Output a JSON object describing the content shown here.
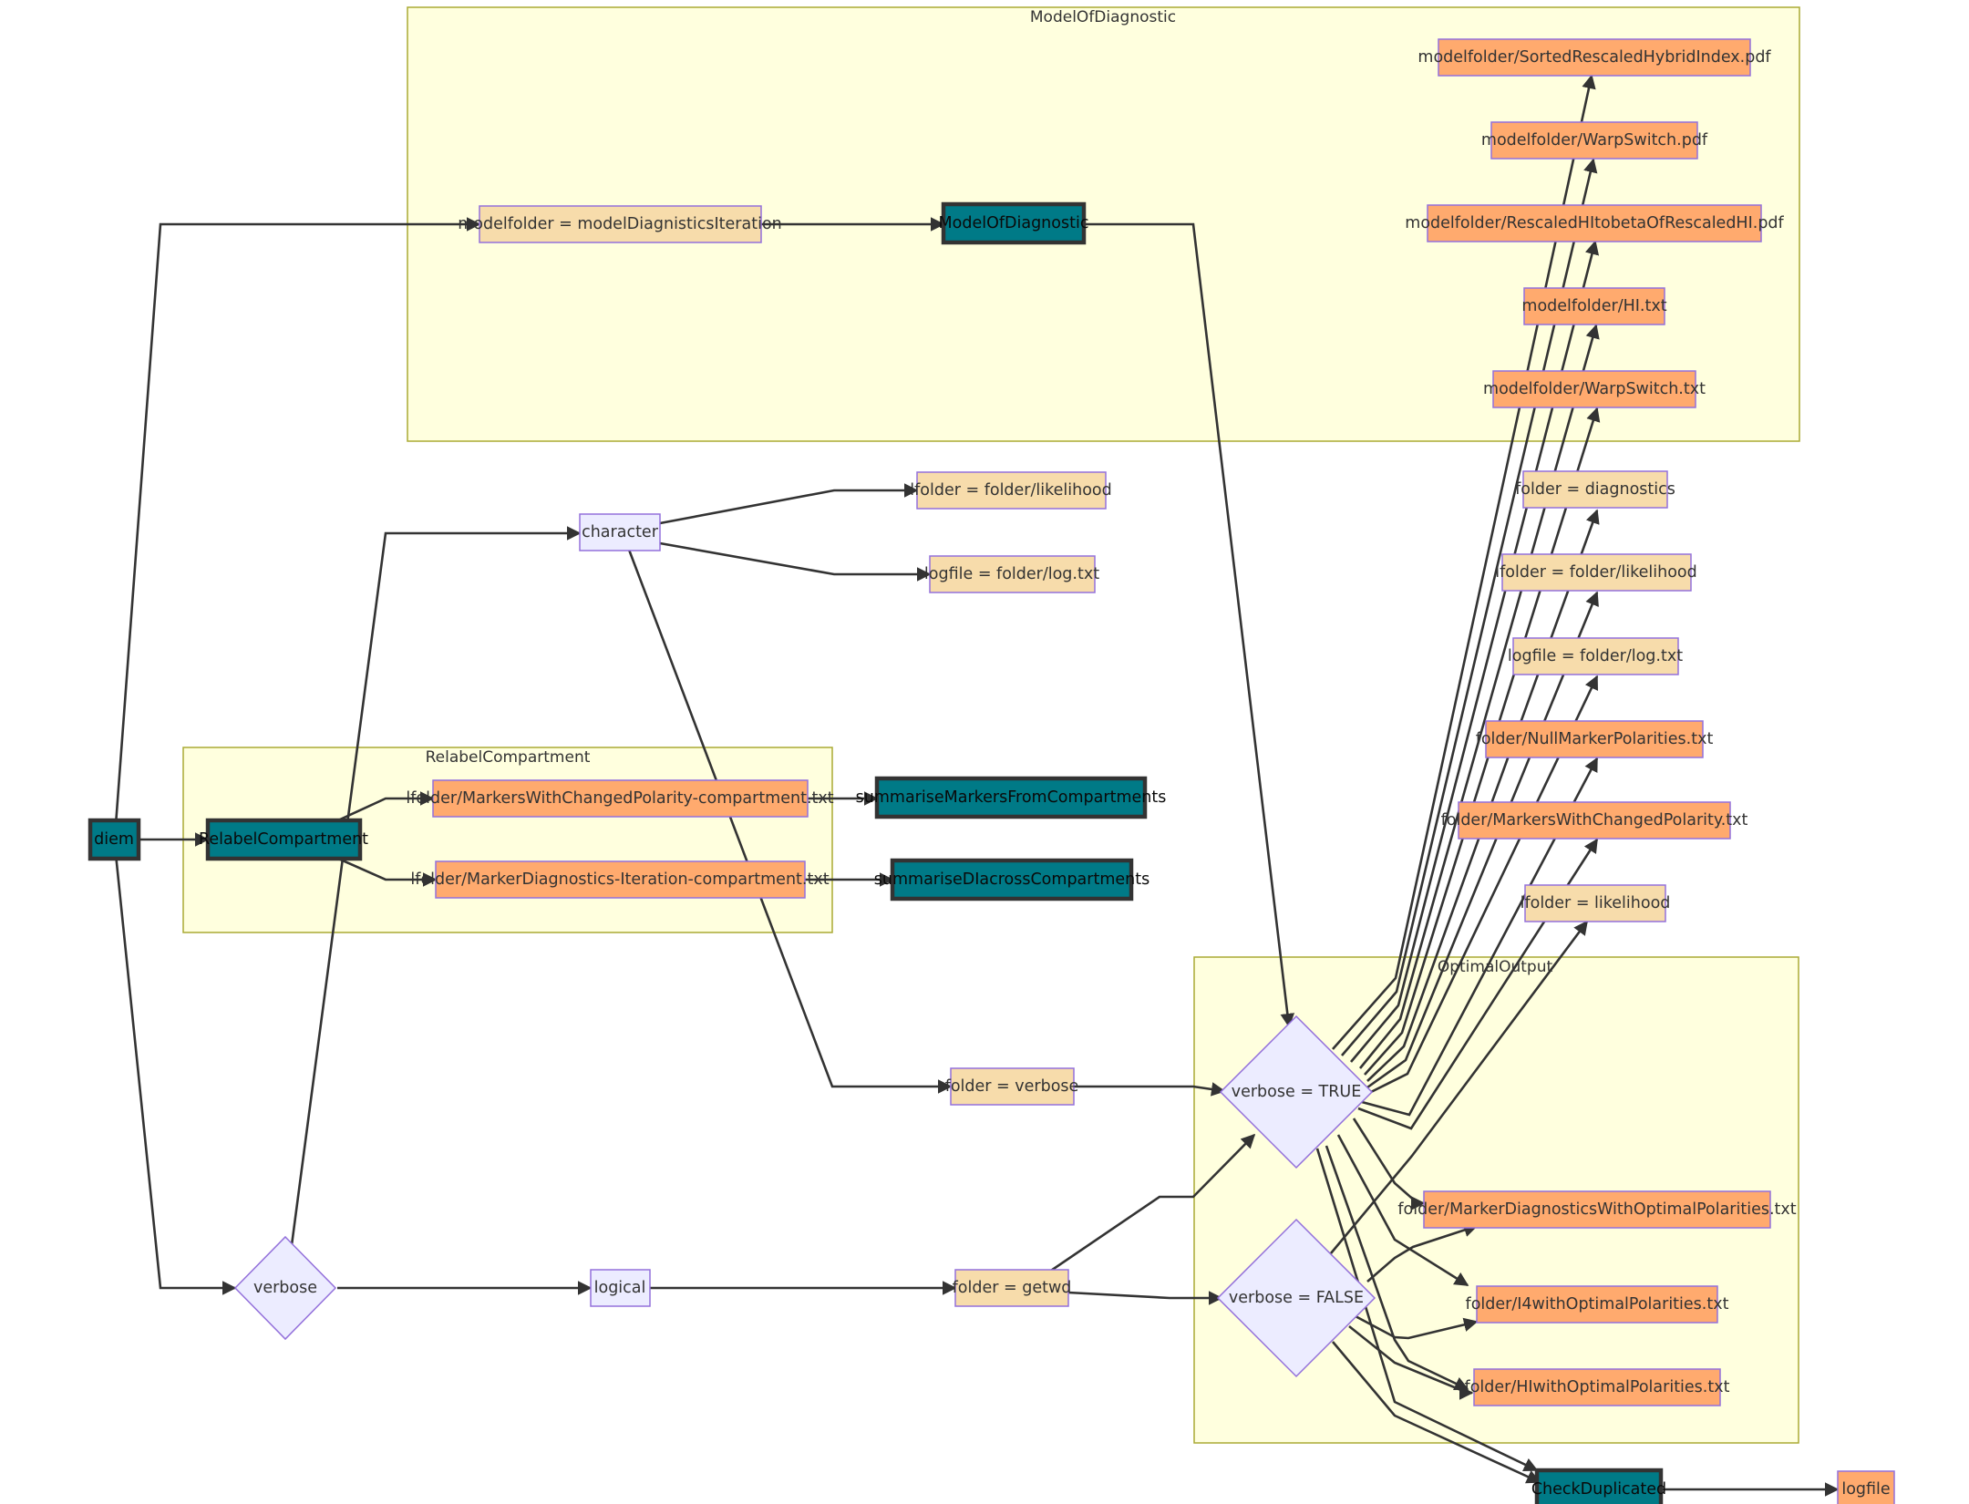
{
  "colors": {
    "cluster_fill": "#ffffde",
    "cluster_stroke": "#aaaa33",
    "function_node": "#007a87",
    "output_node": "#ffaa6e",
    "assign_node": "#f7dcab",
    "type_node": "#ececff",
    "node_border": "#9370db",
    "edge": "#333333"
  },
  "clusters": {
    "model": "ModelOfDiagnostic",
    "relabel": "RelabelCompartment",
    "optimal": "OptimalOutput"
  },
  "nodes": {
    "diem": "diem",
    "relabel": "RelabelCompartment",
    "model_assign": "modelfolder = modelDiagnisticsIteration",
    "model_fn": "ModelOfDiagnostic",
    "sorted_pdf": "modelfolder/SortedRescaledHybridIndex.pdf",
    "warpswitch_pdf": "modelfolder/WarpSwitch.pdf",
    "rescaled_pdf": "modelfolder/RescaledHItobetaOfRescaledHI.pdf",
    "hi_txt": "modelfolder/HI.txt",
    "warpswitch_txt": "modelfolder/WarpSwitch.txt",
    "character": "character",
    "lfolder_folder_1": "lfolder = folder/likelihood",
    "logfile_folder_1": "logfile = folder/log.txt",
    "folder_diagnostics": "folder = diagnostics",
    "lfolder_folder_2": "lfolder = folder/likelihood",
    "logfile_folder_2": "logfile = folder/log.txt",
    "null_marker": "folder/NullMarkerPolarities.txt",
    "markers_changed": "folder/MarkersWithChangedPolarity.txt",
    "lfolder_likelihood": "lfolder = likelihood",
    "markers_compartment": "lfolder/MarkersWithChangedPolarity-compartment.txt",
    "diagnostics_compartment": "lfolder/MarkerDiagnostics-Iteration-compartment.txt",
    "summarise_markers": "summariseMarkersFromCompartments",
    "summarise_di": "summariseDIacrossCompartments",
    "folder_verbose": "folder = verbose",
    "verbose_true": "verbose = TRUE",
    "verbose_false": "verbose = FALSE",
    "verbose": "verbose",
    "logical": "logical",
    "folder_getwd": "folder = getwd",
    "marker_diag_optimal": "folder/MarkerDiagnosticsWithOptimalPolarities.txt",
    "i4_optimal": "folder/I4withOptimalPolarities.txt",
    "hi_optimal": "folder/HIwithOptimalPolarities.txt",
    "check_duplicated": "CheckDuplicated",
    "logfile": "logfile"
  }
}
